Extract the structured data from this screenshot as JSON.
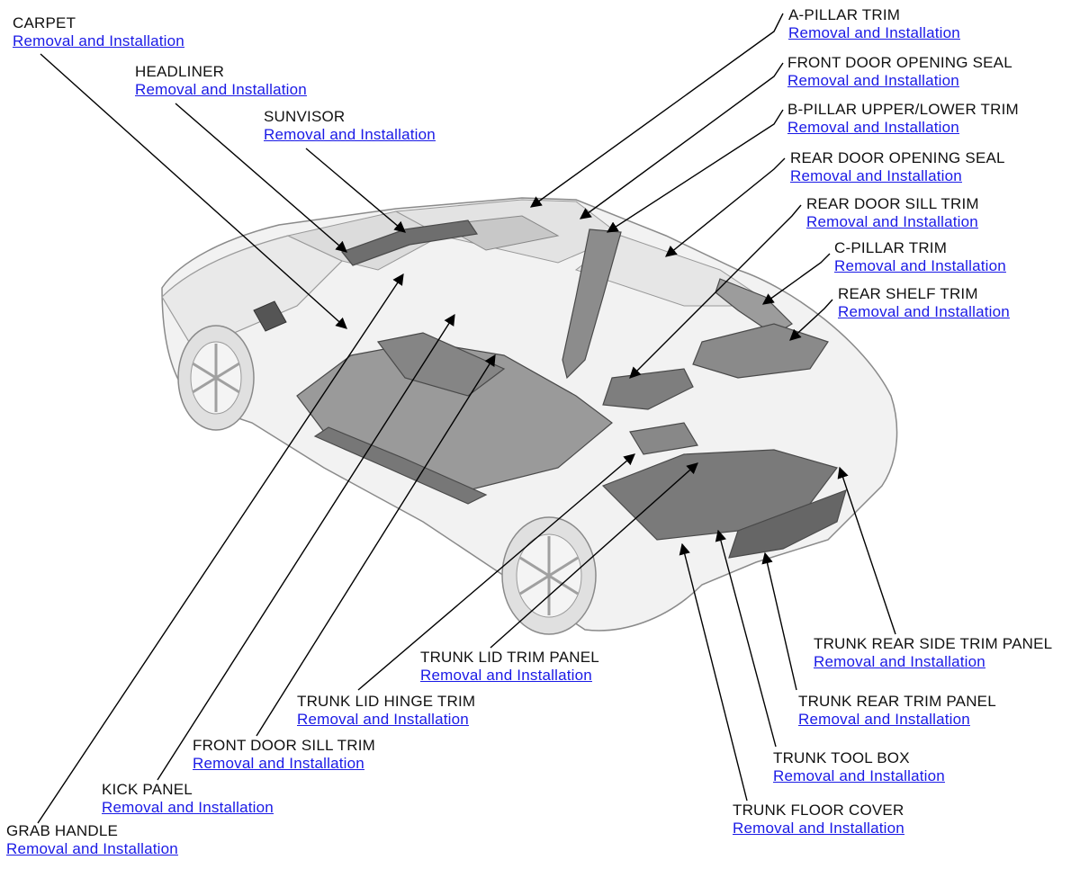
{
  "colors": {
    "link": "#1a1ae6",
    "text": "#111111",
    "leader": "#000000",
    "body_fill": "#f2f2f2",
    "body_stroke": "#8a8a8a",
    "trim_fill": "#8e8e8e"
  },
  "callouts": [
    {
      "id": "carpet",
      "title": "CARPET",
      "link": "Removal and Installation"
    },
    {
      "id": "headliner",
      "title": "HEADLINER",
      "link": "Removal and Installation"
    },
    {
      "id": "sunvisor",
      "title": "SUNVISOR",
      "link": "Removal and Installation"
    },
    {
      "id": "a-pillar-trim",
      "title": "A-PILLAR TRIM",
      "link": "Removal and Installation"
    },
    {
      "id": "front-door-opening-seal",
      "title": "FRONT DOOR OPENING SEAL",
      "link": "Removal and Installation"
    },
    {
      "id": "b-pillar-upper-lower-trim",
      "title": "B-PILLAR UPPER/LOWER TRIM",
      "link": "Removal and Installation"
    },
    {
      "id": "rear-door-opening-seal",
      "title": "REAR DOOR OPENING SEAL",
      "link": "Removal and Installation"
    },
    {
      "id": "rear-door-sill-trim",
      "title": "REAR DOOR SILL TRIM",
      "link": "Removal and Installation"
    },
    {
      "id": "c-pillar-trim",
      "title": "C-PILLAR TRIM",
      "link": "Removal and Installation"
    },
    {
      "id": "rear-shelf-trim",
      "title": "REAR SHELF TRIM",
      "link": "Removal and Installation"
    },
    {
      "id": "trunk-rear-side-trim-panel",
      "title": "TRUNK REAR SIDE TRIM PANEL",
      "link": "Removal and Installation"
    },
    {
      "id": "trunk-lid-trim-panel",
      "title": "TRUNK LID TRIM PANEL",
      "link": "Removal and Installation"
    },
    {
      "id": "trunk-rear-trim-panel",
      "title": "TRUNK REAR TRIM PANEL",
      "link": "Removal and Installation"
    },
    {
      "id": "trunk-lid-hinge-trim",
      "title": "TRUNK LID HINGE TRIM",
      "link": "Removal and Installation"
    },
    {
      "id": "front-door-sill-trim",
      "title": "FRONT DOOR SILL TRIM",
      "link": "Removal and Installation"
    },
    {
      "id": "trunk-tool-box",
      "title": "TRUNK TOOL BOX",
      "link": "Removal and Installation"
    },
    {
      "id": "kick-panel",
      "title": "KICK PANEL",
      "link": "Removal and Installation"
    },
    {
      "id": "trunk-floor-cover",
      "title": "TRUNK FLOOR COVER",
      "link": "Removal and Installation"
    },
    {
      "id": "grab-handle",
      "title": "GRAB HANDLE",
      "link": "Removal and Installation"
    }
  ]
}
